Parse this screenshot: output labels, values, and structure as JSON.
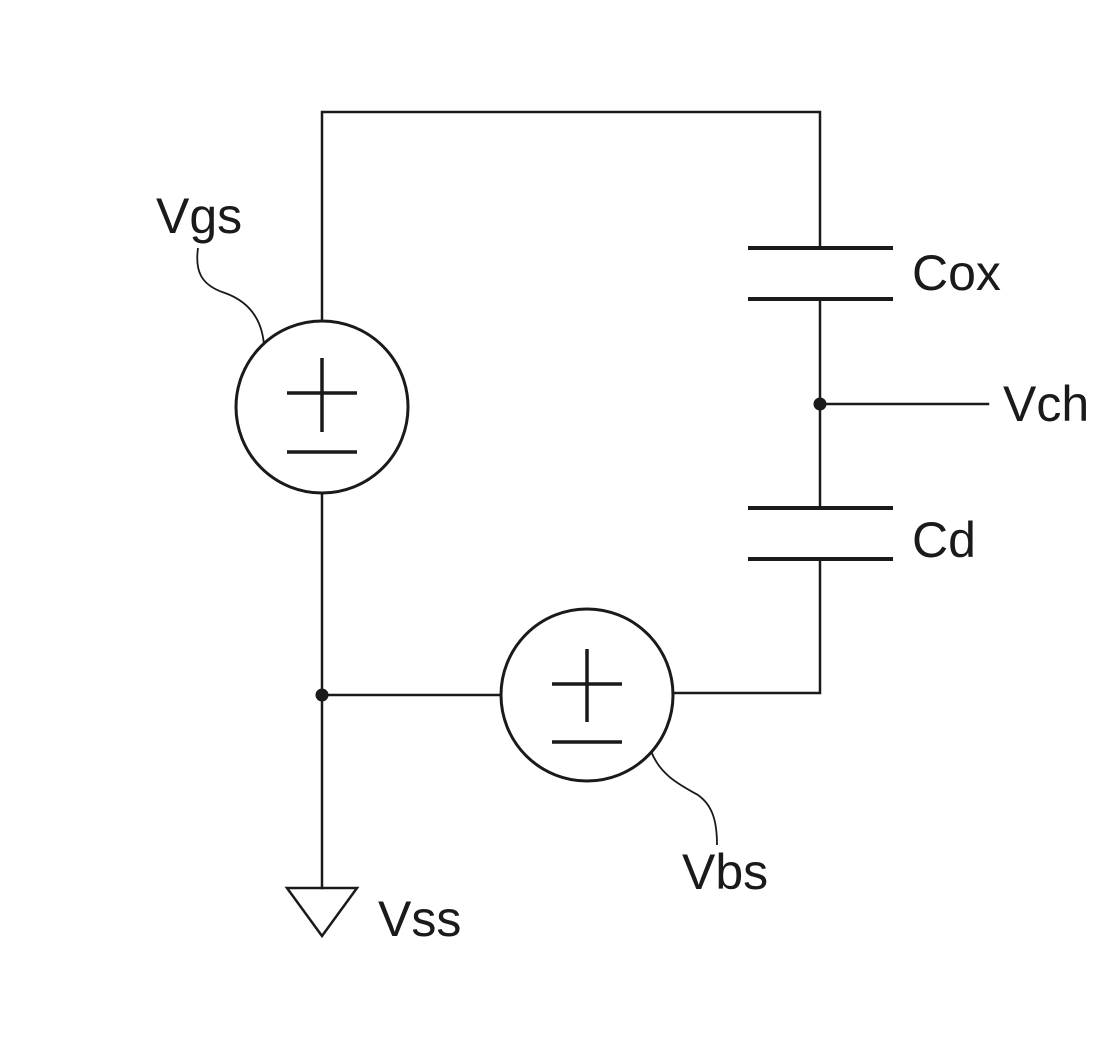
{
  "labels": {
    "vgs": "Vgs",
    "cox": "Cox",
    "vch": "Vch",
    "cd": "Cd",
    "vbs": "Vbs",
    "vss": "Vss"
  },
  "colors": {
    "ink": "#1a1a1a",
    "background": "#ffffff"
  },
  "symbols": {
    "plus_minus": "±"
  }
}
